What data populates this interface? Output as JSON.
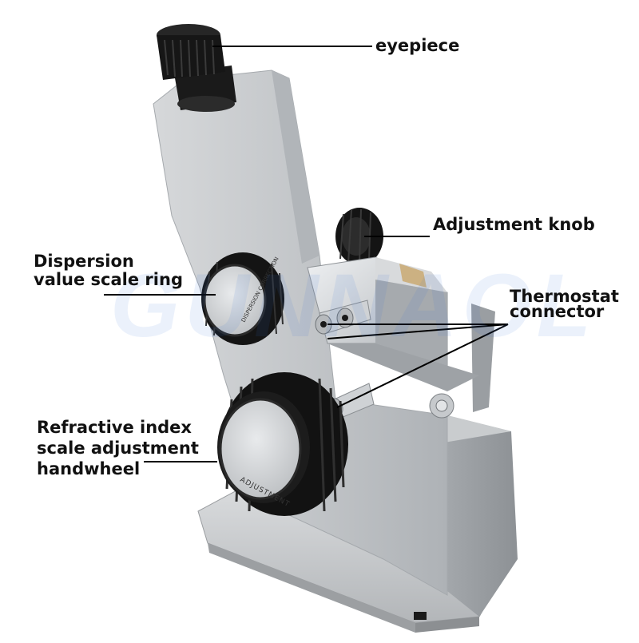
{
  "labels": {
    "eyepiece": "eyepiece",
    "adjustment_knob": "Adjustment knob",
    "dispersion_line1": "Dispersion",
    "dispersion_line2": "value scale ring",
    "thermostat_line1": "Thermostat",
    "thermostat_line2": "connector",
    "handwheel_line1": "Refractive index",
    "handwheel_line2": "scale adjustment",
    "handwheel_line3": "handwheel"
  },
  "dial_text": {
    "dispersion_ring": "DISPERSION CORRECTION",
    "handwheel_face": "ADJUSTMENT"
  },
  "watermark": "GUNNAOL",
  "colors": {
    "body_metal": "#c3c6c9",
    "body_shadow": "#9ea2a6",
    "knob_black": "#141414",
    "dial_face": "#d4d6d8",
    "label_text": "#111111",
    "leader_line": "#000000"
  }
}
